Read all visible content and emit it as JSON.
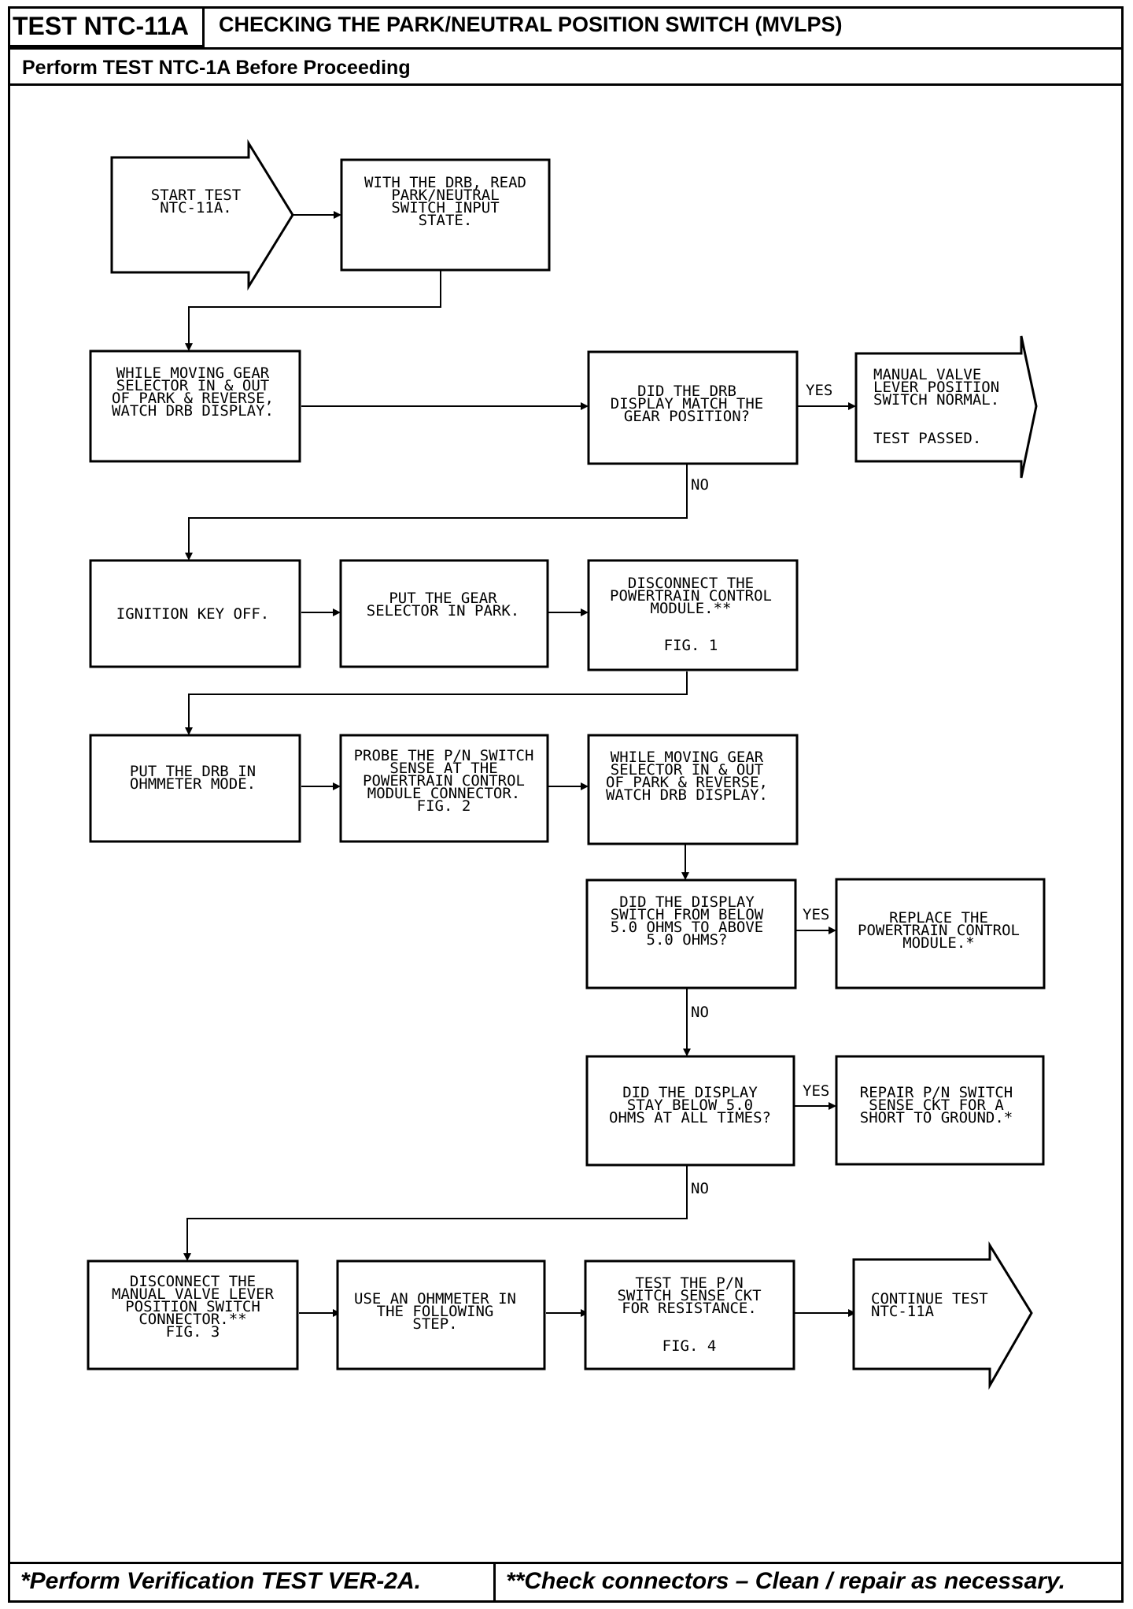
{
  "header": {
    "test_id": "TEST NTC-11A",
    "title": "CHECKING THE PARK/NEUTRAL POSITION SWITCH (MVLPS)",
    "prerequisite": "Perform TEST NTC-1A Before Proceeding"
  },
  "steps": {
    "start": [
      "START TEST",
      "NTC-11A."
    ],
    "read_drb": [
      "WITH THE DRB, READ",
      "PARK/NEUTRAL",
      "SWITCH INPUT",
      "STATE."
    ],
    "move_gear_1": [
      "WHILE MOVING GEAR",
      "SELECTOR IN & OUT",
      "OF PARK & REVERSE,",
      "WATCH DRB DISPLAY."
    ],
    "q_match": [
      "DID THE DRB",
      "DISPLAY MATCH THE",
      "GEAR POSITION?"
    ],
    "passed": [
      "MANUAL VALVE",
      "LEVER POSITION",
      "SWITCH NORMAL."
    ],
    "passed_result": "TEST PASSED.",
    "ignition_off": [
      "IGNITION KEY OFF."
    ],
    "gear_park": [
      "PUT THE GEAR",
      "SELECTOR IN PARK."
    ],
    "disconnect_pcm": [
      "DISCONNECT THE",
      "POWERTRAIN CONTROL",
      "MODULE.**"
    ],
    "disconnect_pcm_fig": "FIG. 1",
    "drb_ohm": [
      "PUT THE DRB IN",
      "OHMMETER MODE."
    ],
    "probe": [
      "PROBE THE P/N SWITCH",
      "SENSE AT THE",
      "POWERTRAIN CONTROL",
      "MODULE CONNECTOR.",
      "FIG. 2"
    ],
    "move_gear_2": [
      "WHILE MOVING GEAR",
      "SELECTOR IN & OUT",
      "OF PARK & REVERSE,",
      "WATCH DRB DISPLAY."
    ],
    "q_switch": [
      "DID THE DISPLAY",
      "SWITCH FROM BELOW",
      "5.0 OHMS TO ABOVE",
      "5.0 OHMS?"
    ],
    "replace_pcm": [
      "REPLACE THE",
      "POWERTRAIN CONTROL",
      "MODULE.*"
    ],
    "q_below": [
      "DID THE DISPLAY",
      "STAY BELOW 5.0",
      "OHMS AT ALL TIMES?"
    ],
    "repair": [
      "REPAIR P/N SWITCH",
      "SENSE CKT FOR A",
      "SHORT TO GROUND.*"
    ],
    "disconnect_mvlps": [
      "DISCONNECT THE",
      "MANUAL VALVE LEVER",
      "POSITION SWITCH",
      "CONNECTOR.**",
      "FIG. 3"
    ],
    "use_ohm": [
      "USE AN OHMMETER IN",
      "THE FOLLOWING",
      "STEP."
    ],
    "test_pn": [
      "TEST THE P/N",
      "SWITCH SENSE CKT",
      "FOR RESISTANCE."
    ],
    "test_pn_fig": "FIG. 4",
    "continue": [
      "CONTINUE TEST",
      "NTC-11A"
    ]
  },
  "labels": {
    "yes": "YES",
    "no": "NO"
  },
  "footer": {
    "left": "*Perform Verification TEST VER-2A.",
    "right": "**Check connectors – Clean / repair as necessary."
  }
}
